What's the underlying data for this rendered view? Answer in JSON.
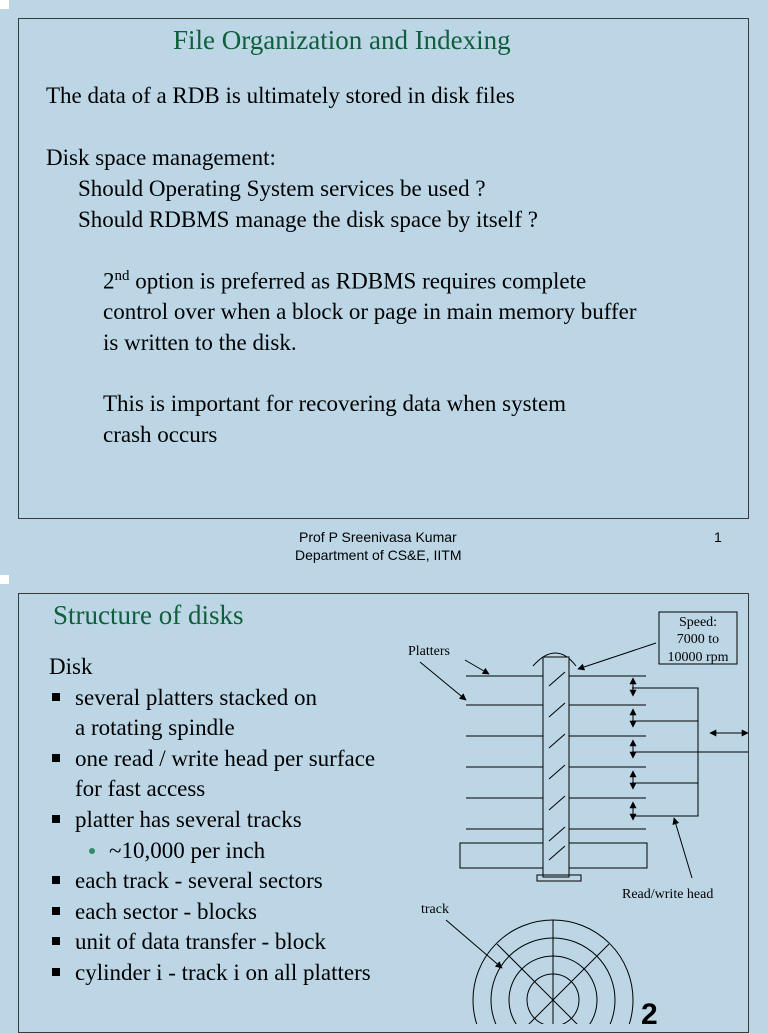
{
  "slide1": {
    "title": "File Organization and Indexing",
    "line1": "The data of a RDB is ultimately stored in disk files",
    "line2": "Disk space management:",
    "line3": "Should Operating System services be used ?",
    "line4": "Should RDBMS manage the disk space by itself ?",
    "p1_num": "2",
    "p1_sup": "nd",
    "p1_line1_rest": " option is preferred as RDBMS requires complete",
    "p1_line2": "control over when a block or page in main memory buffer",
    "p1_line3": "is written to the disk.",
    "p2_line1": "This is important for recovering data when system",
    "p2_line2": "crash occurs",
    "footer_line1": "Prof P Sreenivasa Kumar",
    "footer_line2": "Department of CS&E, IITM",
    "page_number": "1"
  },
  "slide2": {
    "title": "Structure of disks",
    "heading": "Disk",
    "b1a": "several platters stacked on",
    "b1b": "a rotating spindle",
    "b2a": "one read / write head per surface",
    "b2b": "for fast access",
    "b3": "platter has several tracks",
    "b3sub": "~10,000 per inch",
    "b4": "each track - several sectors",
    "b5": "each sector - blocks",
    "b6": "unit of data transfer - block",
    "b7": "cylinder i - track i on all platters",
    "diagram": {
      "platters_label": "Platters",
      "speed_line1": "Speed:",
      "speed_line2": "7000 to",
      "speed_line3": "10000 rpm",
      "rw_head_label": "Read/write head",
      "track_label": "track"
    },
    "page_number_partial": "2"
  }
}
